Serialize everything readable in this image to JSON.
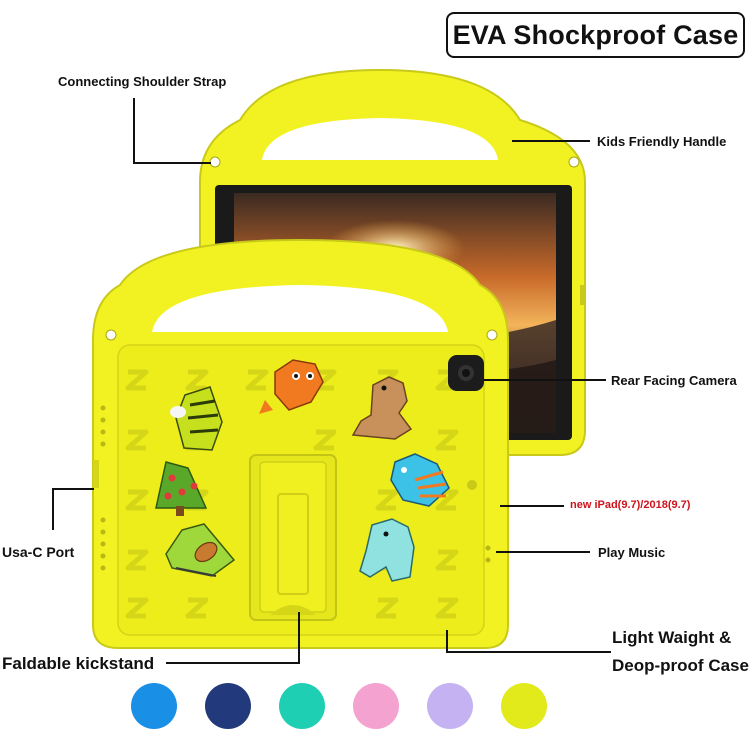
{
  "title": "EVA Shockproof Case",
  "callouts": {
    "shoulder_strap": "Connecting Shoulder Strap",
    "handle": "Kids Friendly Handle",
    "camera": "Rear Facing Camera",
    "compat": "new iPad(9.7)/2018(9.7)",
    "usb_port": "Usa-C Port",
    "music": "Play Music",
    "light_weight_line1": "Light Waight &",
    "light_weight_line2": "Deop-proof Case",
    "kickstand": "Faldable kickstand"
  },
  "colors": {
    "case_yellow": "#f2f222",
    "accent_text_red": "#d0121b"
  },
  "color_options": [
    "#1a8fe6",
    "#223a7c",
    "#1fcfb4",
    "#f4a2cf",
    "#c5b2f2",
    "#e2ea1c"
  ],
  "icons": [
    "tiger-icon",
    "fox-icon",
    "kangaroo-icon",
    "tree-icon",
    "bird-icon",
    "violin-icon",
    "elephant-icon"
  ]
}
